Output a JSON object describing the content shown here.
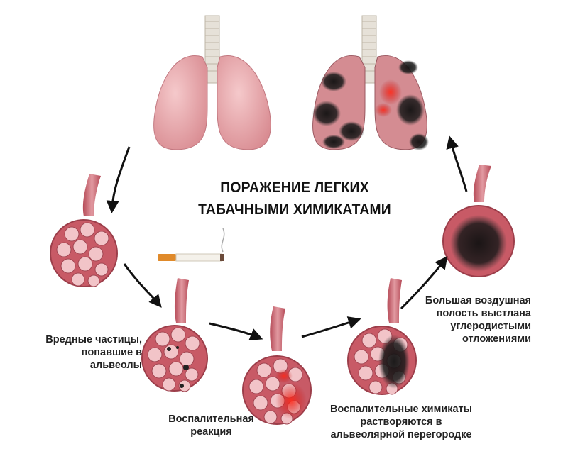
{
  "title": {
    "line1": "ПОРАЖЕНИЕ ЛЕГКИХ",
    "line2": "ТАБАЧНЫМИ ХИМИКАТАМИ"
  },
  "captions": {
    "particles": [
      "Вредные частицы,",
      "попавшие в",
      "альвеолы"
    ],
    "inflammation": [
      "Воспалительная",
      "реакция"
    ],
    "chemicals": [
      "Воспалительные химикаты",
      "растворяются в",
      "альвеолярной перегородке"
    ],
    "cavity": [
      "Большая воздушная",
      "полость выстлана",
      "углеродистыми",
      "отложениями"
    ]
  },
  "colors": {
    "lung_healthy": "#e3a0a4",
    "lung_dark": "#2f3b3f",
    "alveoli_fill": "#c85a66",
    "alveoli_cell": "#f2c4c8",
    "inflammation": "#d81e1e",
    "arrow": "#111111",
    "text": "#222222"
  }
}
